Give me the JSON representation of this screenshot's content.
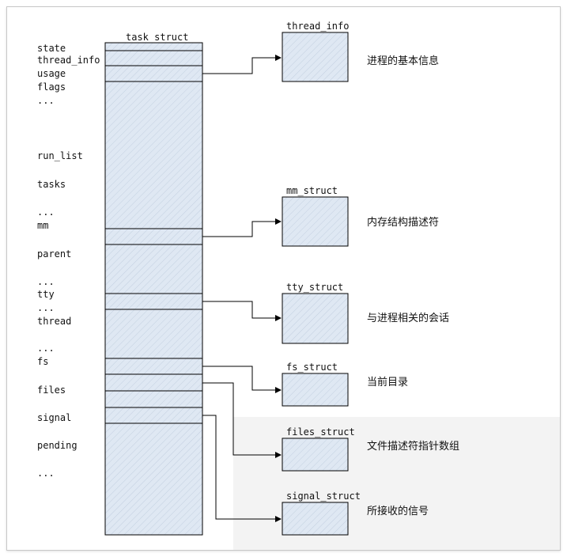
{
  "task_struct": {
    "title": "task_struct",
    "fields": [
      {
        "label": "state"
      },
      {
        "label": "thread_info"
      },
      {
        "label": "usage"
      },
      {
        "label": "flags"
      },
      {
        "label": "..."
      },
      {
        "label": "run_list"
      },
      {
        "label": "tasks"
      },
      {
        "label": "..."
      },
      {
        "label": "mm"
      },
      {
        "label": "parent"
      },
      {
        "label": "..."
      },
      {
        "label": "tty"
      },
      {
        "label": "..."
      },
      {
        "label": "thread"
      },
      {
        "label": "..."
      },
      {
        "label": "fs"
      },
      {
        "label": "files"
      },
      {
        "label": "signal"
      },
      {
        "label": "pending"
      },
      {
        "label": "..."
      }
    ]
  },
  "substructs": [
    {
      "name": "thread_info",
      "desc": "进程的基本信息"
    },
    {
      "name": "mm_struct",
      "desc": "内存结构描述符"
    },
    {
      "name": "tty_struct",
      "desc": "与进程相关的会话"
    },
    {
      "name": "fs_struct",
      "desc": "当前目录"
    },
    {
      "name": "files_struct",
      "desc": "文件描述符指针数组"
    },
    {
      "name": "signal_struct",
      "desc": "所接收的信号"
    }
  ],
  "colors": {
    "box_fill": "#dfe8f3",
    "hatch": "#b9c7da",
    "line": "#000000"
  }
}
